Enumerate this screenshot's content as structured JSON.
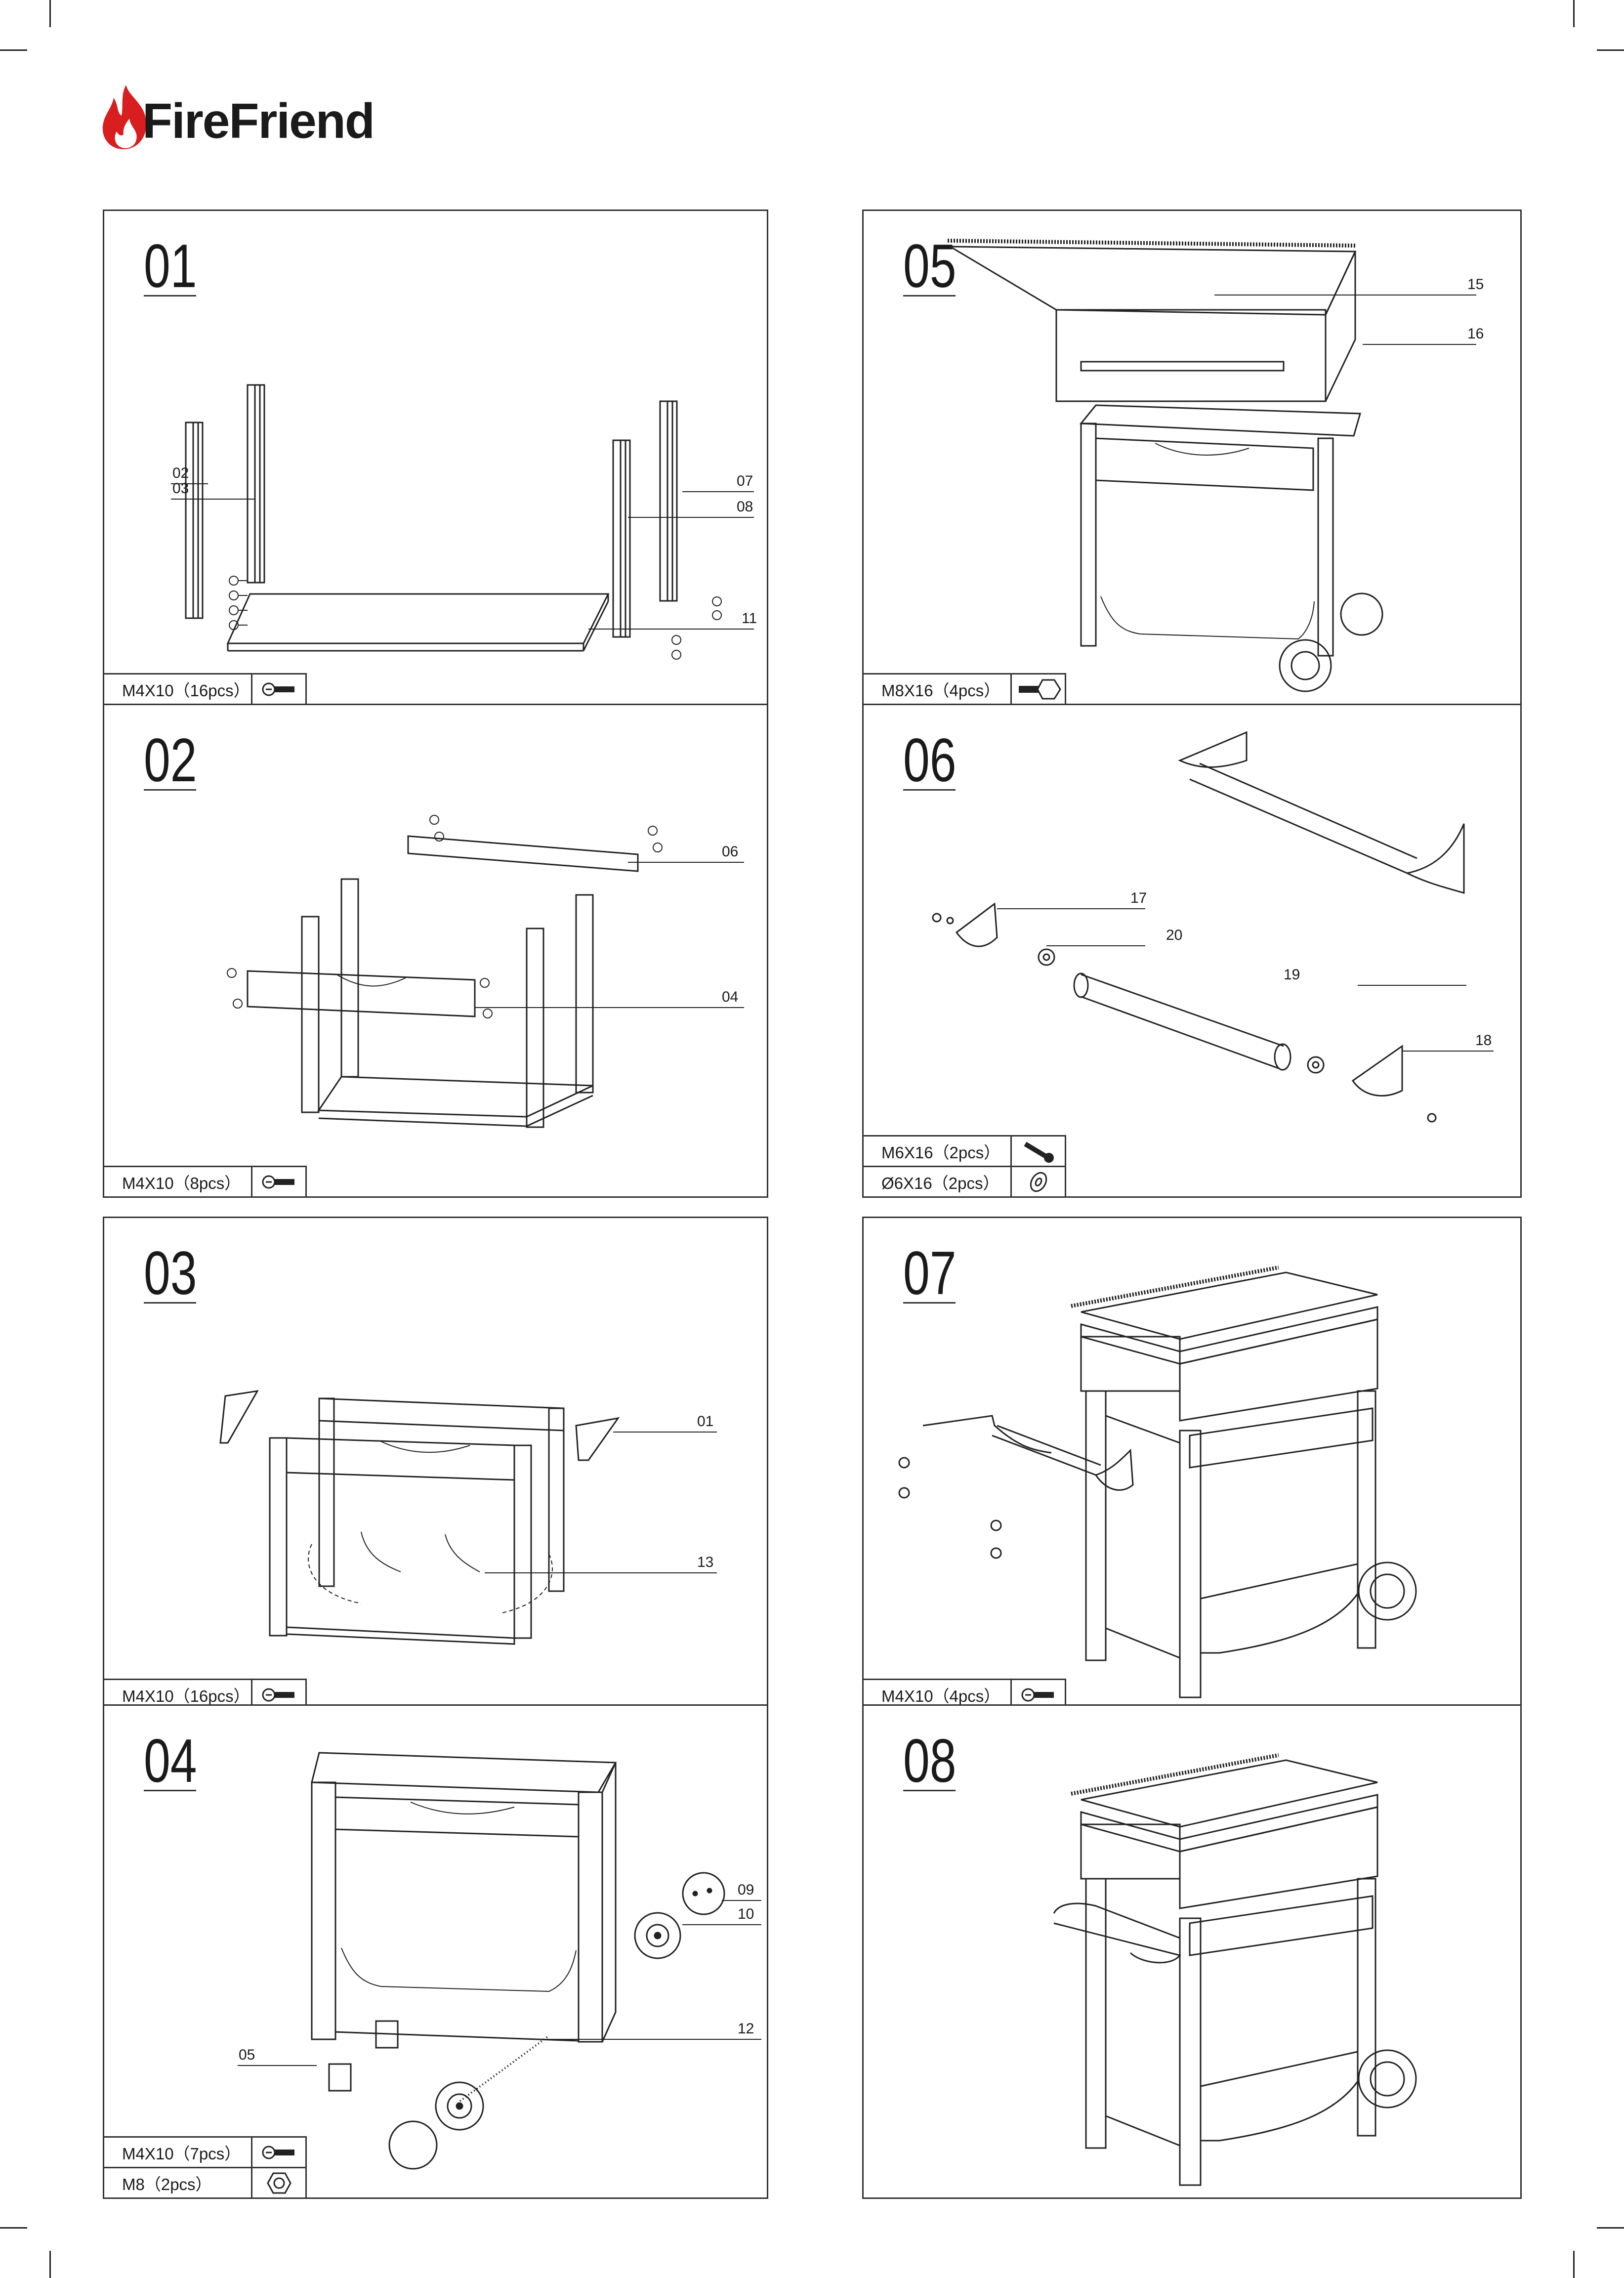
{
  "brand": {
    "name": "FireFriend",
    "logo_color": "#d81e1e"
  },
  "panels": [
    {
      "id": "01",
      "callouts": [
        {
          "label": "02"
        },
        {
          "label": "03"
        },
        {
          "label": "07"
        },
        {
          "label": "08"
        },
        {
          "label": "11"
        }
      ],
      "hardware": [
        {
          "label": "M4X10（16pcs）",
          "icon": "bolt-icon"
        }
      ]
    },
    {
      "id": "02",
      "callouts": [
        {
          "label": "06"
        },
        {
          "label": "04"
        }
      ],
      "hardware": [
        {
          "label": "M4X10（8pcs）",
          "icon": "bolt-icon"
        }
      ]
    },
    {
      "id": "03",
      "callouts": [
        {
          "label": "01"
        },
        {
          "label": "13"
        }
      ],
      "hardware": [
        {
          "label": "M4X10（16pcs）",
          "icon": "bolt-icon"
        }
      ]
    },
    {
      "id": "04",
      "callouts": [
        {
          "label": "09"
        },
        {
          "label": "10"
        },
        {
          "label": "12"
        },
        {
          "label": "05"
        }
      ],
      "hardware": [
        {
          "label": "M4X10（7pcs）",
          "icon": "bolt-icon"
        },
        {
          "label": "M8（2pcs）",
          "icon": "nut-icon"
        }
      ]
    },
    {
      "id": "05",
      "callouts": [
        {
          "label": "15"
        },
        {
          "label": "16"
        }
      ],
      "hardware": [
        {
          "label": "M8X16（4pcs）",
          "icon": "hex-bolt-icon"
        }
      ]
    },
    {
      "id": "06",
      "callouts": [
        {
          "label": "17"
        },
        {
          "label": "20"
        },
        {
          "label": "19"
        },
        {
          "label": "18"
        }
      ],
      "hardware": [
        {
          "label": "M6X16（2pcs）",
          "icon": "screw-icon"
        },
        {
          "label": "Ø6X16（2pcs）",
          "icon": "washer-icon"
        }
      ]
    },
    {
      "id": "07",
      "callouts": [],
      "hardware": [
        {
          "label": "M4X10（4pcs）",
          "icon": "bolt-icon"
        }
      ]
    },
    {
      "id": "08",
      "callouts": [],
      "hardware": []
    }
  ]
}
